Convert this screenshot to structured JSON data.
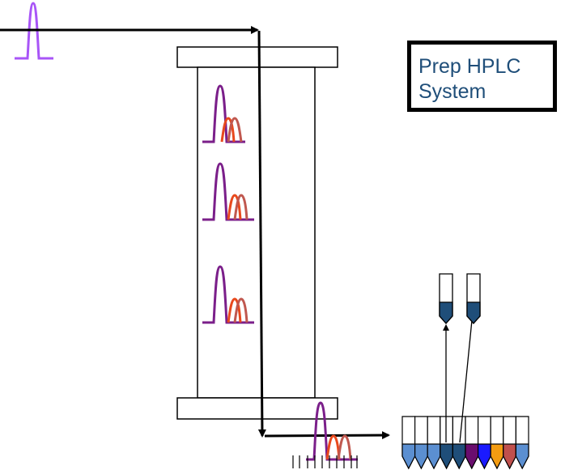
{
  "title_box": {
    "text": "Prep HPLC\nSystem"
  },
  "colors": {
    "injection_peak": "#a855f7",
    "major_peak": "#7b1f8a",
    "minor_peak_1": "#e8491d",
    "minor_peak_2": "#c0584f",
    "arrow": "#000000",
    "vial_fill": "#1f4e79"
  },
  "fraction_collector": {
    "tube_colors": [
      "#5b8fd1",
      "#5b8fd1",
      "#5b8fd1",
      "#1f4e79",
      "#1f4e79",
      "#6a0d6e",
      "#1a1aff",
      "#f39c12",
      "#c0504d",
      "#5b8fd1"
    ]
  },
  "icons": [
    "chromatography-column",
    "fraction-collector",
    "collection-vial",
    "flow-arrow"
  ]
}
